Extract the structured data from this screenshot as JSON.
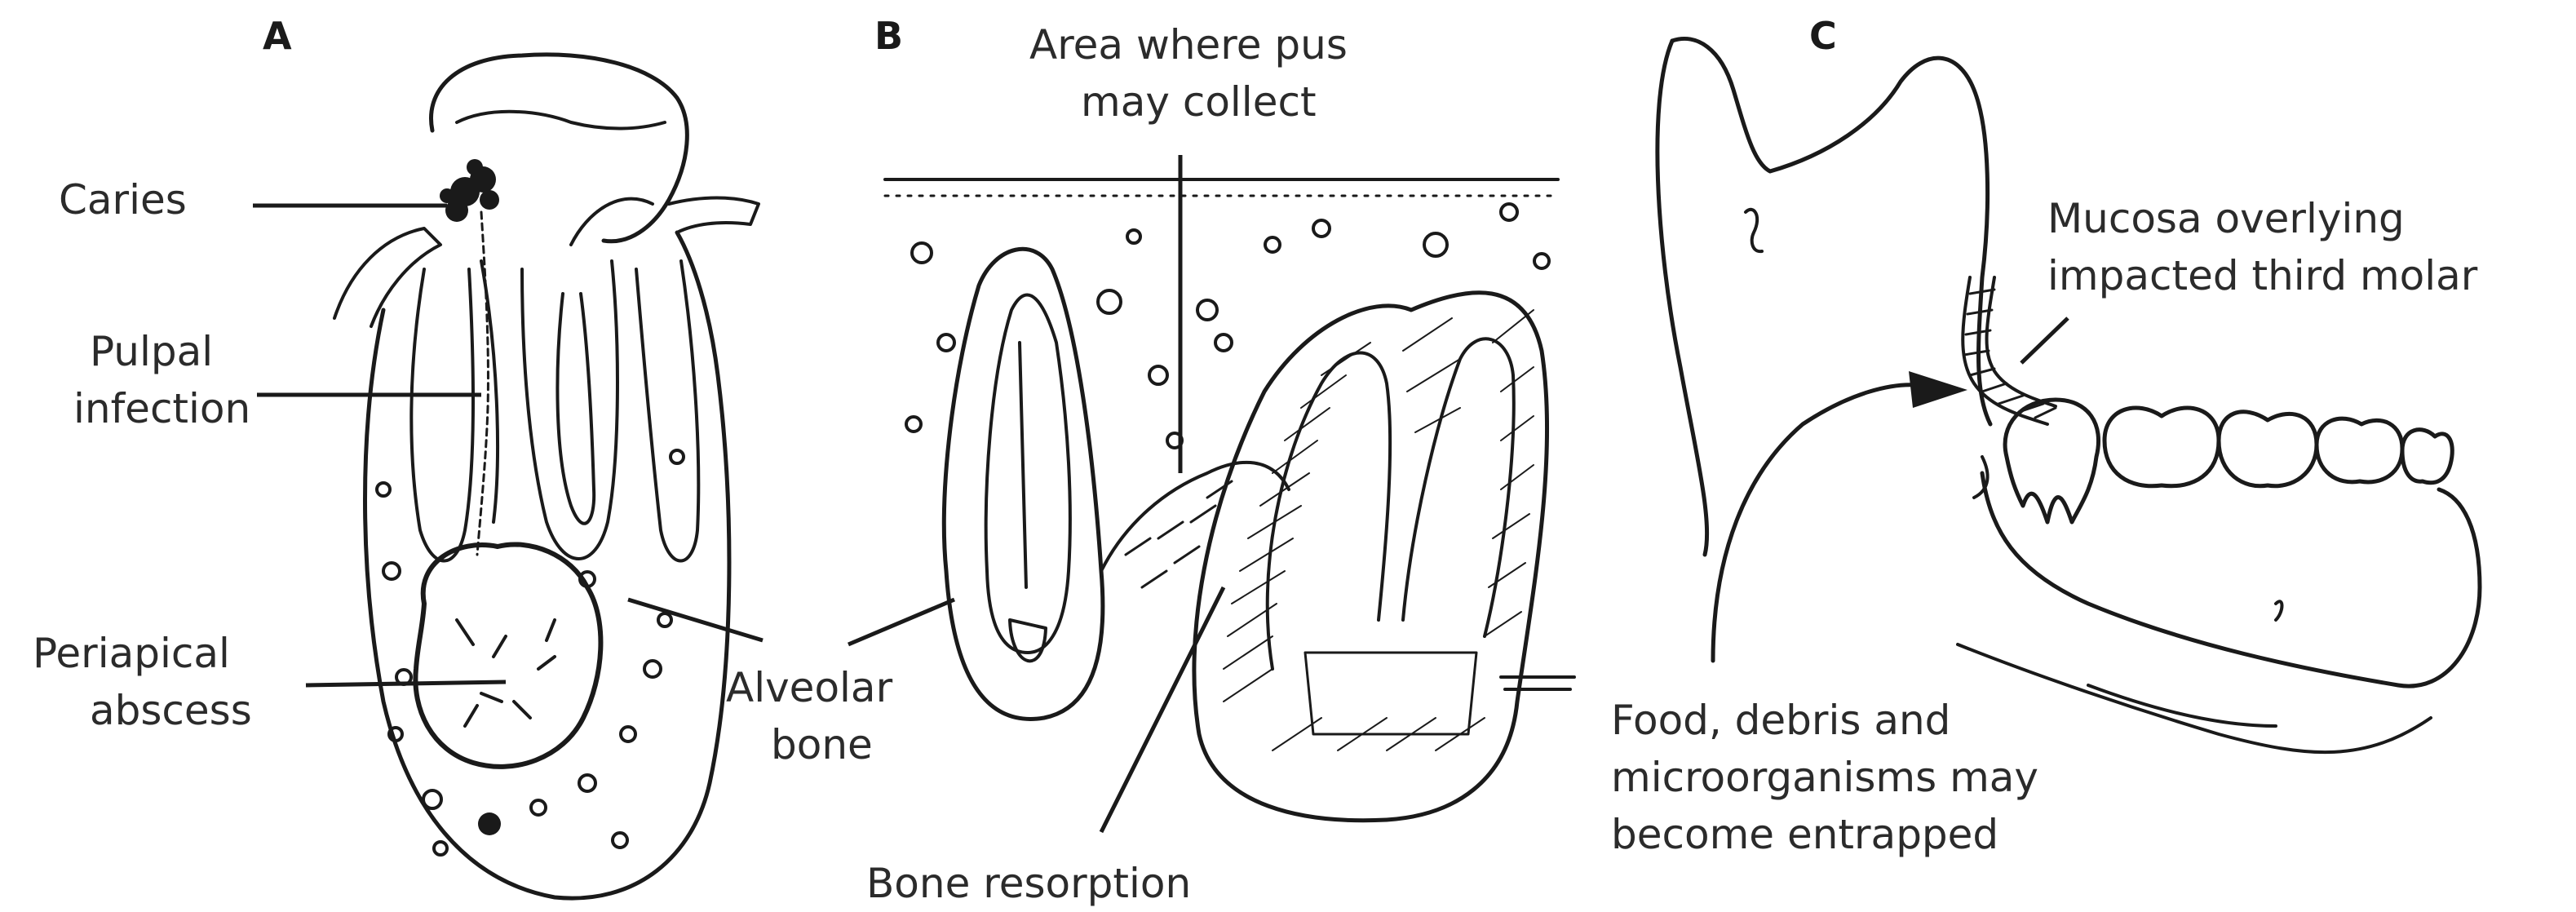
{
  "panels": {
    "a": {
      "letter": "A",
      "labels": {
        "caries": "Caries",
        "pulpal_1": "Pulpal",
        "pulpal_2": "infection",
        "periapical_1": "Periapical",
        "periapical_2": "abscess",
        "alveolar_1": "Alveolar",
        "alveolar_2": "bone"
      }
    },
    "b": {
      "letter": "B",
      "labels": {
        "pus_1": "Area where pus",
        "pus_2": "may collect",
        "bone_resorption": "Bone resorption"
      }
    },
    "c": {
      "letter": "C",
      "labels": {
        "mucosa_1": "Mucosa overlying",
        "mucosa_2": "impacted third molar",
        "food_1": "Food, debris and",
        "food_2": "microorganisms may",
        "food_3": "become entrapped"
      }
    }
  }
}
